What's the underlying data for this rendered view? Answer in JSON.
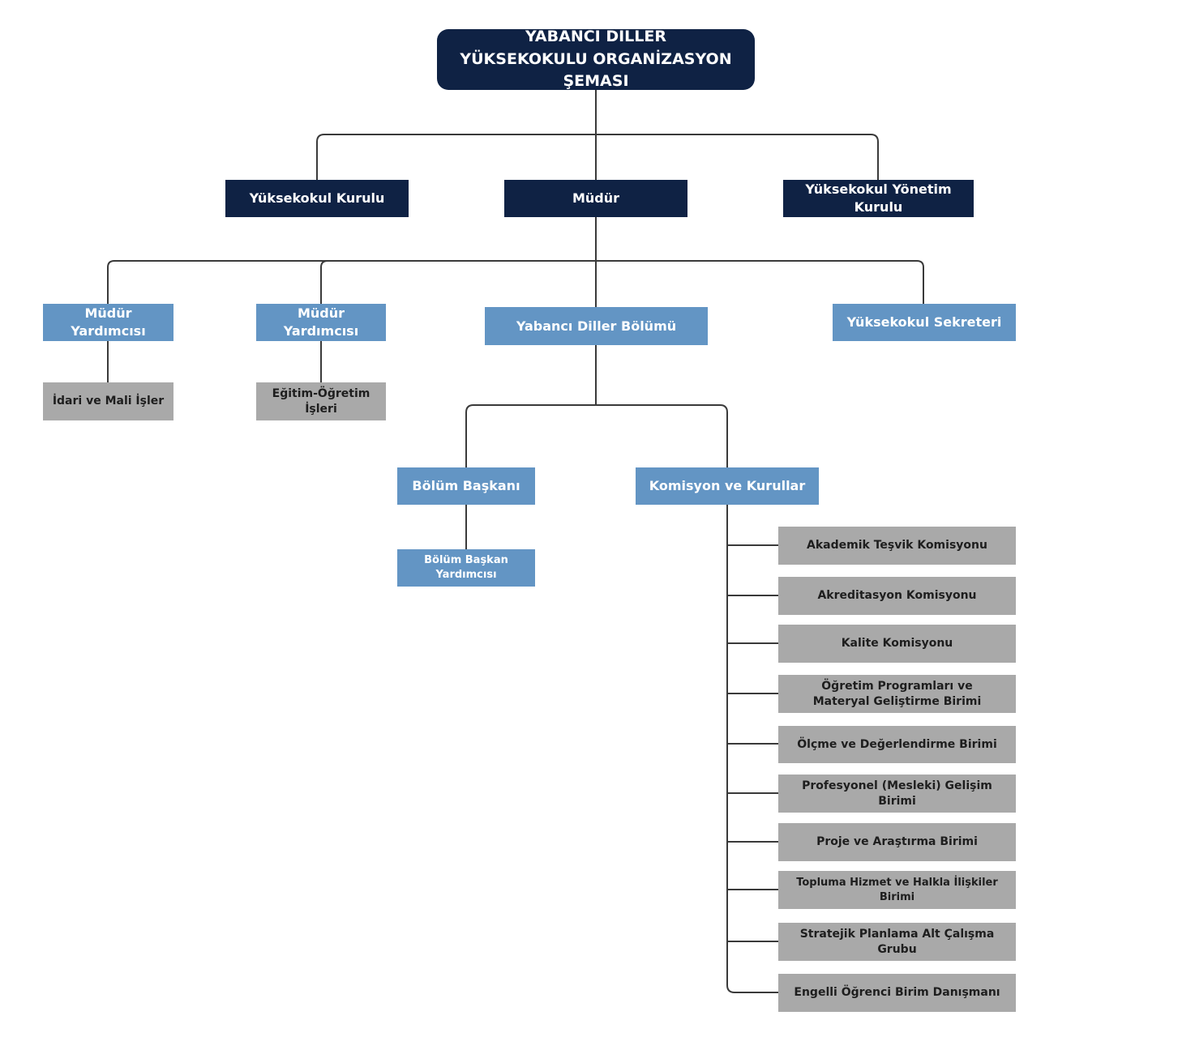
{
  "title": "YABANCI DİLLER YÜKSEKOKULU ORGANİZASYON ŞEMASI",
  "colors": {
    "dark": "#0f2244",
    "blue": "#6395c4",
    "gray": "#a9a9a9",
    "line": "#3a3a3a"
  },
  "top": {
    "left": "Yüksekokul Kurulu",
    "center": "Müdür",
    "right": "Yüksekokul Yönetim Kurulu"
  },
  "mid": {
    "deputy1": "Müdür Yardımcısı",
    "deputy2": "Müdür Yardımcısı",
    "department": "Yabancı Diller Bölümü",
    "secretary": "Yüksekokul Sekreteri"
  },
  "sub": {
    "admin_finance": "İdari ve Mali İşler",
    "education": "Eğitim-Öğretim İşleri"
  },
  "department": {
    "head": "Bölüm Başkanı",
    "head_assistant": "Bölüm Başkan Yardımcısı",
    "committees_label": "Komisyon ve Kurullar"
  },
  "committees": [
    "Akademik Teşvik Komisyonu",
    "Akreditasyon Komisyonu",
    "Kalite Komisyonu",
    "Öğretim Programları ve Materyal Geliştirme Birimi",
    "Ölçme ve Değerlendirme Birimi",
    "Profesyonel (Mesleki) Gelişim Birimi",
    "Proje ve Araştırma Birimi",
    "Topluma Hizmet ve Halkla İlişkiler Birimi",
    "Stratejik Planlama Alt Çalışma Grubu",
    "Engelli Öğrenci Birim Danışmanı"
  ]
}
